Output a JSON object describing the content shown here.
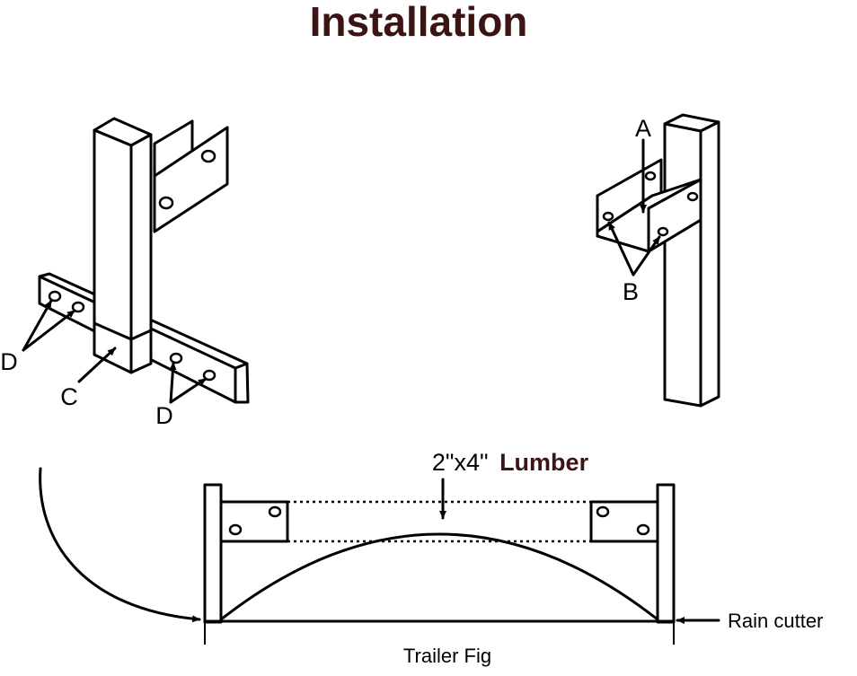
{
  "title": "Installation",
  "labels": {
    "a": "A",
    "b": "B",
    "c": "C",
    "d": "D"
  },
  "lumber": {
    "size": "2\"x4\"",
    "word": "Lumber"
  },
  "rain_cutter": "Rain cutter",
  "trailer_fig": "Trailer Fig"
}
